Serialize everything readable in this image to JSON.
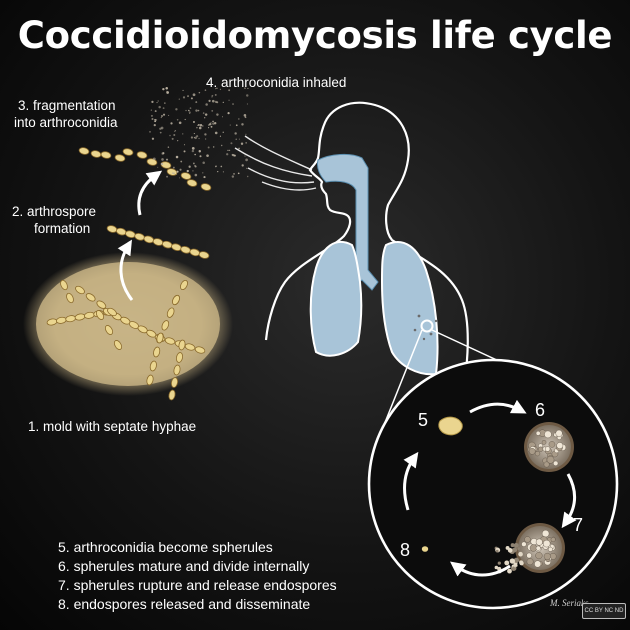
{
  "title": "Coccidioidomycosis life cycle",
  "steps": {
    "s1": "1. mold with septate hyphae",
    "s2_line1": "2. arthrospore",
    "s2_line2": "formation",
    "s3_line1": "3. fragmentation",
    "s3_line2": "into arthroconidia",
    "s4": "4.  arthroconidia inhaled"
  },
  "cycle_numbers": {
    "n5": "5",
    "n6": "6",
    "n7": "7",
    "n8": "8"
  },
  "legend": [
    "5. arthroconidia become spherules",
    "6. spherules mature and divide internally",
    "7. spherules rupture and release endospores",
    "8. endospores released and disseminate"
  ],
  "signature": "M. Seriaks",
  "license": "CC BY NC ND",
  "colors": {
    "background": "#0a0a0a",
    "lung": "#a8c4d8",
    "outline": "#ffffff",
    "mold_patch": "#c9b78d",
    "spore": "#e6d18a",
    "spherule": "#9a8c7c"
  }
}
